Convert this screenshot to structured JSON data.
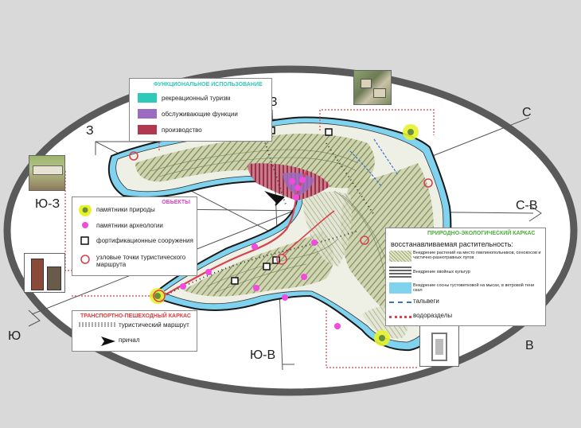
{
  "directions": {
    "north_west": "С-З",
    "west": "З",
    "south_west": "Ю-З",
    "south": "Ю",
    "south_east": "Ю-В",
    "east": "В",
    "north_east": "С-В",
    "north": "С"
  },
  "functional": {
    "title": "ФУНКЦИОНАЛЬНОЕ ИСПОЛЬЗОВАНИЕ",
    "title_color": "#2ec9b9",
    "items": [
      {
        "label": "рекреационный туризм",
        "color": "#2ec9b9"
      },
      {
        "label": "обслуживающие функции",
        "color": "#9b6bc1"
      },
      {
        "label": "производство",
        "color": "#b0384f"
      }
    ]
  },
  "objects": {
    "title": "ОБЬЕКТЫ",
    "title_color": "#e040c8",
    "items": [
      {
        "label": "памятники природы"
      },
      {
        "label": "памятники археологии"
      },
      {
        "label": "фортификационные сооружения"
      },
      {
        "label": "узловые точки туристического маршрута"
      }
    ]
  },
  "transport": {
    "title": "ТРАНСПОРТНО-ПЕШЕХОДНЫЙ КАРКАС",
    "title_color": "#e23b3b",
    "items": [
      {
        "label": "туристический маршрут"
      },
      {
        "label": "причал"
      }
    ]
  },
  "eco": {
    "title": "ПРИРОДНО-ЭКОЛОГИЧЕСКИЙ КАРКАС",
    "title_color": "#4caf3a",
    "subtitle": "восстанавливаемая растительность:",
    "items": [
      {
        "label": "Внедрение растений на место гмелинопольников, сенокосов и частично-разнотравных лугов"
      },
      {
        "label": "Внедрение хвойных культур"
      },
      {
        "label": "Внедрение сосны густоветковой на мысах, в ветровой тени скал"
      },
      {
        "label": "тальвеги"
      },
      {
        "label": "водоразделы"
      }
    ]
  },
  "colors": {
    "background": "#d9d9d9",
    "ellipse_ring": "#5a5a5a",
    "water": "#7fd3ee",
    "land": "#eef0e6",
    "vegetation": "#9aa56e",
    "route": "#d8424e",
    "nature": "#e8f22a",
    "archaeology": "#f04adf"
  }
}
